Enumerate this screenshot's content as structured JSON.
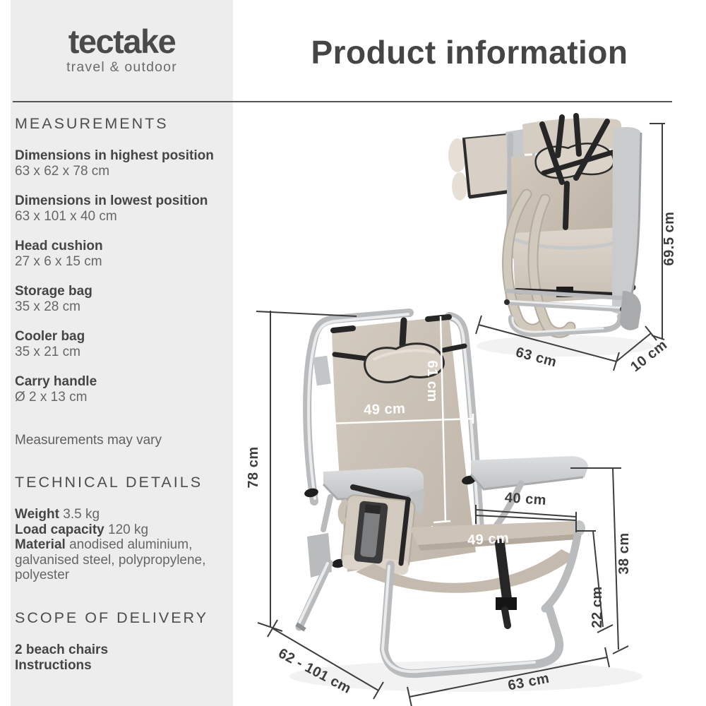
{
  "brand": {
    "name": "tectake",
    "tagline": "travel & outdoor"
  },
  "title": "Product information",
  "sidebar": {
    "measurements": {
      "heading": "MEASUREMENTS",
      "items": [
        {
          "label": "Dimensions in highest position",
          "value": "63 x 62 x 78 cm"
        },
        {
          "label": "Dimensions in lowest position",
          "value": "63 x 101 x 40 cm"
        },
        {
          "label": "Head cushion",
          "value": "27 x 6 x 15 cm"
        },
        {
          "label": "Storage bag",
          "value": "35 x 28 cm"
        },
        {
          "label": "Cooler bag",
          "value": "35 x 21 cm"
        },
        {
          "label": "Carry handle",
          "value": "Ø 2 x 13 cm"
        }
      ],
      "note": "Measurements may vary"
    },
    "technical": {
      "heading": "TECHNICAL DETAILS",
      "items": [
        {
          "label": "Weight",
          "value": "3.5 kg"
        },
        {
          "label": "Load capacity",
          "value": "120 kg"
        },
        {
          "label": "Material",
          "value": "anodised aluminium, galvanised steel, polypropylene, polyester"
        }
      ]
    },
    "delivery": {
      "heading": "SCOPE OF DELIVERY",
      "items": [
        "2 beach chairs",
        "Instructions"
      ]
    }
  },
  "diagrams": {
    "folded": {
      "height": "69.5 cm",
      "width": "63 cm",
      "depth": "10 cm"
    },
    "open": {
      "total_height": "78 cm",
      "backrest_height": "61 cm",
      "backrest_width": "49 cm",
      "seat_depth": "40 cm",
      "seat_width": "49 cm",
      "seat_height": "22 cm",
      "armrest_height": "38 cm",
      "length_range": "62 - 101 cm",
      "width": "63 cm"
    }
  },
  "colors": {
    "sidebar_bg": "#ededed",
    "text_dark": "#454545",
    "text_mid": "#666666",
    "divider": "#565656",
    "fabric_beige": "#cdc3b8",
    "frame_aluminium": "#b9bbbd",
    "armrest_gray": "#d4d6d8",
    "strap_black": "#262626",
    "dimension_line": "#3d3d3d"
  }
}
